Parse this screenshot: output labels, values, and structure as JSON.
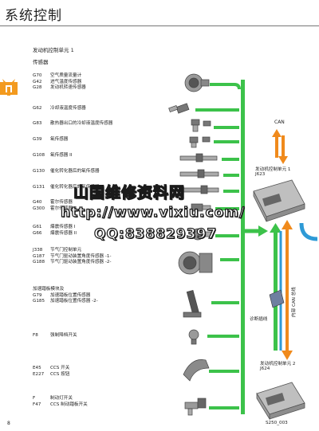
{
  "page": {
    "title": "系统控制",
    "page_number": "8",
    "figure_code": "S250_003"
  },
  "ecu1": {
    "heading": "发动机控制单元 1",
    "label": "发动机控制单元 1",
    "code": "J623"
  },
  "ecu2": {
    "label": "发动机控制单元 2",
    "code": "J624"
  },
  "sensors_heading": "传感器",
  "groups": [
    {
      "items": [
        {
          "code": "G70",
          "name": "空气质量流量计"
        },
        {
          "code": "G42",
          "name": "进气温度传感器"
        },
        {
          "code": "G28",
          "name": "发动机转速传感器"
        }
      ]
    },
    {
      "items": [
        {
          "code": "G62",
          "name": "冷却液温度传感器"
        }
      ]
    },
    {
      "items": [
        {
          "code": "G83",
          "name": "散热器出口的冷却液温度传感器"
        }
      ]
    },
    {
      "items": [
        {
          "code": "G39",
          "name": "氧传感器"
        }
      ]
    },
    {
      "items": [
        {
          "code": "G108",
          "name": "氧传感器 II"
        }
      ]
    },
    {
      "items": [
        {
          "code": "G130",
          "name": "催化转化器后的氧传感器"
        }
      ]
    },
    {
      "items": [
        {
          "code": "G131",
          "name": "催化转化器后的氧传感器 II"
        }
      ]
    },
    {
      "items": [
        {
          "code": "G40",
          "name": "霍尔传感器"
        },
        {
          "code": "G300",
          "name": "霍尔传感器 3"
        }
      ]
    },
    {
      "items": [
        {
          "code": "G61",
          "name": "爆震传感器 I"
        },
        {
          "code": "G66",
          "name": "爆震传感器 II"
        }
      ]
    },
    {
      "items": [
        {
          "code": "J338",
          "name": "节气门控制单元"
        },
        {
          "code": "G187",
          "name": "节气门驱动装置角度传感器 -1-"
        },
        {
          "code": "G188",
          "name": "节气门驱动装置角度传感器 -2-"
        }
      ]
    },
    {
      "items": [
        {
          "code": "",
          "name": "加速踏板模块及"
        },
        {
          "code": "G79",
          "name": "加速踏板位置传感器"
        },
        {
          "code": "G185",
          "name": "加速踏板位置传感器 -2-"
        }
      ]
    },
    {
      "items": [
        {
          "code": "F8",
          "name": "强制降档开关"
        }
      ]
    },
    {
      "items": [
        {
          "code": "E45",
          "name": "CCS 开关"
        },
        {
          "code": "E227",
          "name": "CCS 按钮"
        }
      ]
    },
    {
      "items": [
        {
          "code": "F",
          "name": "制动灯开关"
        },
        {
          "code": "F47",
          "name": "CCS 制动踏板开关"
        }
      ]
    }
  ],
  "bus": {
    "can_label": "CAN",
    "internal_can_label": "内部 CAN 总线",
    "diag_label": "诊断插线"
  },
  "watermark": {
    "line1": "山国维修资料网",
    "line2": "http://www.vixiu.com/",
    "line3": "QQ:838829397"
  },
  "colors": {
    "green": "#3cc24a",
    "orange": "#f08a1c",
    "blue": "#2e9ad6",
    "logo_orange": "#f39a1e"
  }
}
